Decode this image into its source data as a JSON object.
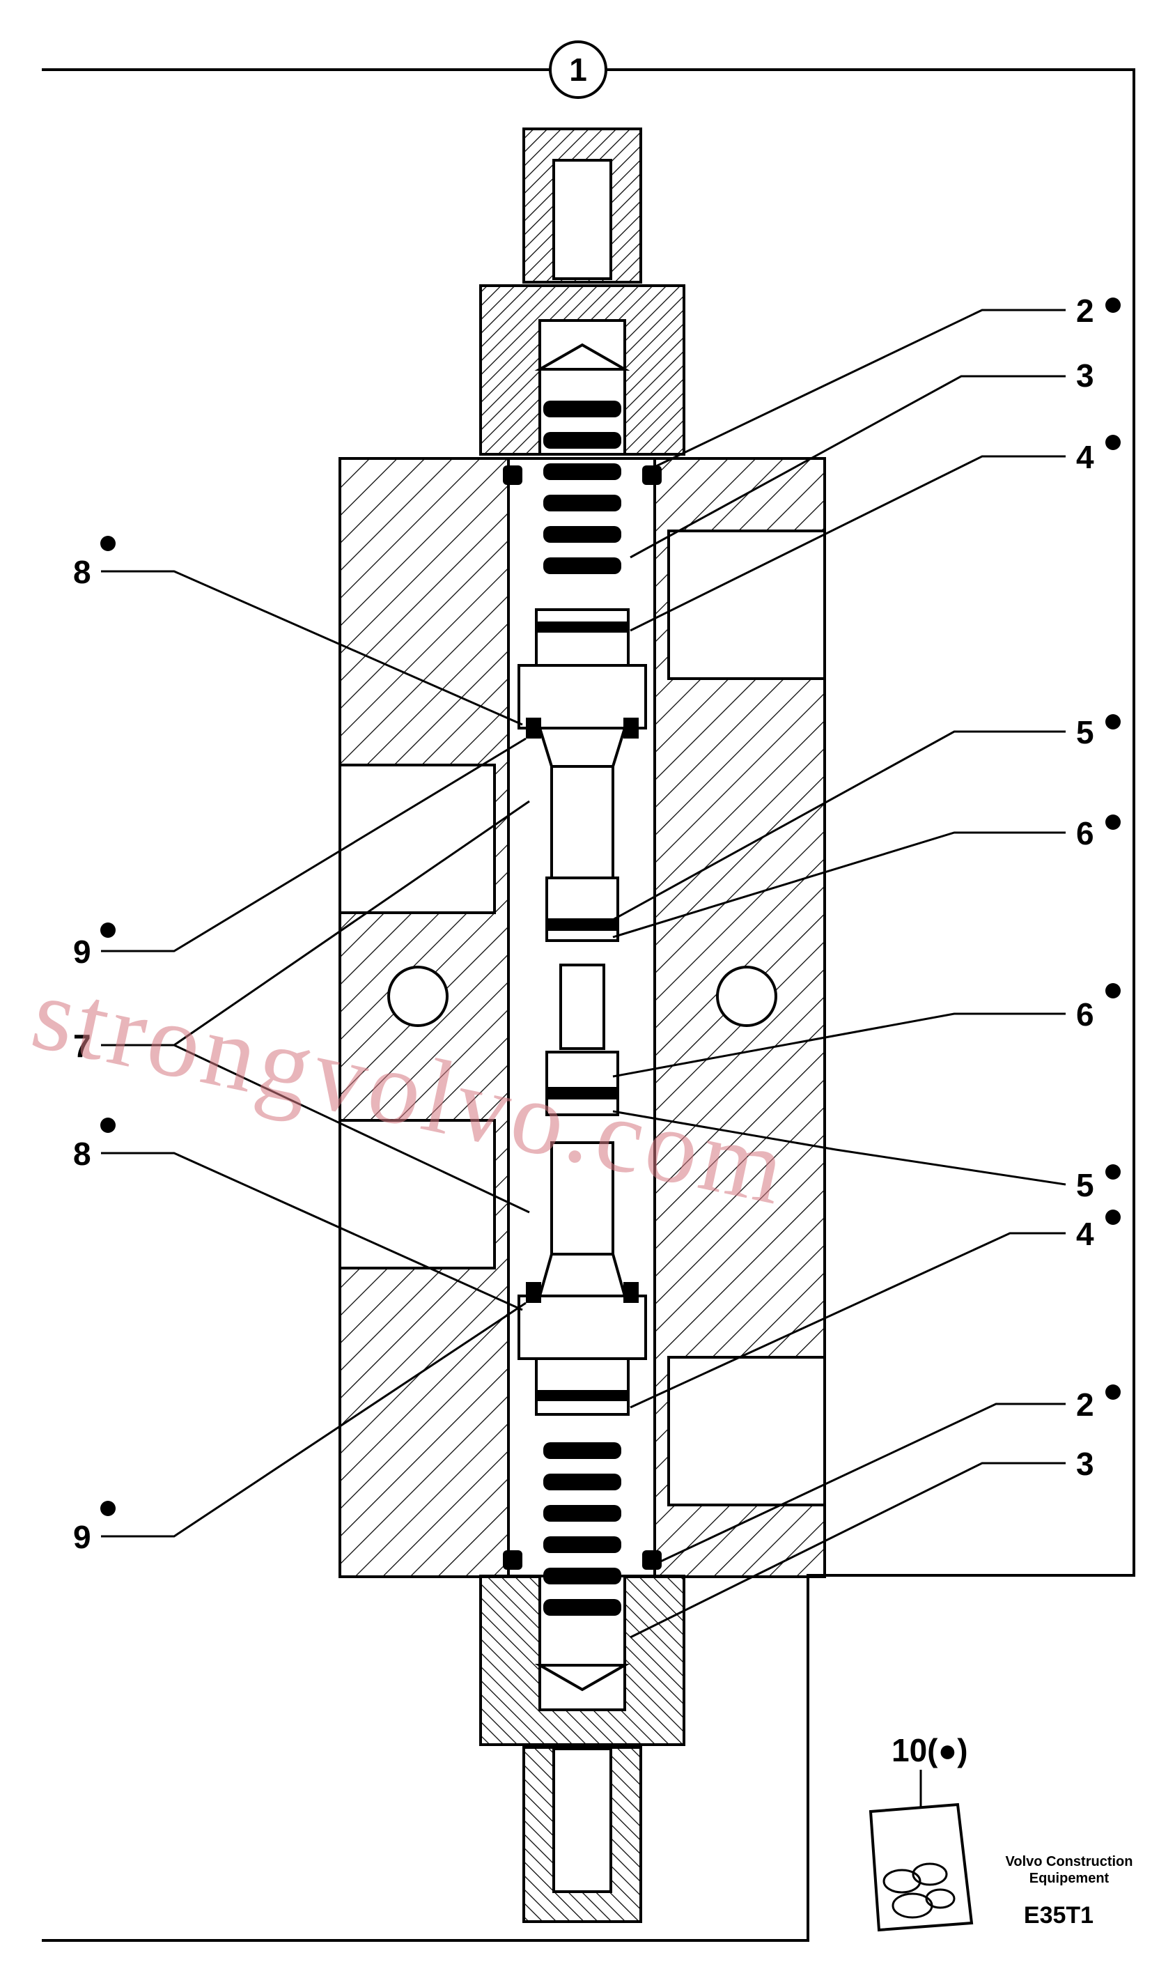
{
  "diagram": {
    "assembly_number": "1",
    "callouts": [
      "2",
      "3",
      "4",
      "5",
      "6",
      "6",
      "5",
      "4",
      "2",
      "3",
      "8",
      "9",
      "7",
      "8",
      "9"
    ],
    "kit_label": "10(●)",
    "brand_line1": "Volvo Construction",
    "brand_line2": "Equipement",
    "drawing_code": "E35T1",
    "watermark": "strongvolvo.com",
    "colors": {
      "line": "#000000",
      "watermark": "#d67882"
    }
  }
}
